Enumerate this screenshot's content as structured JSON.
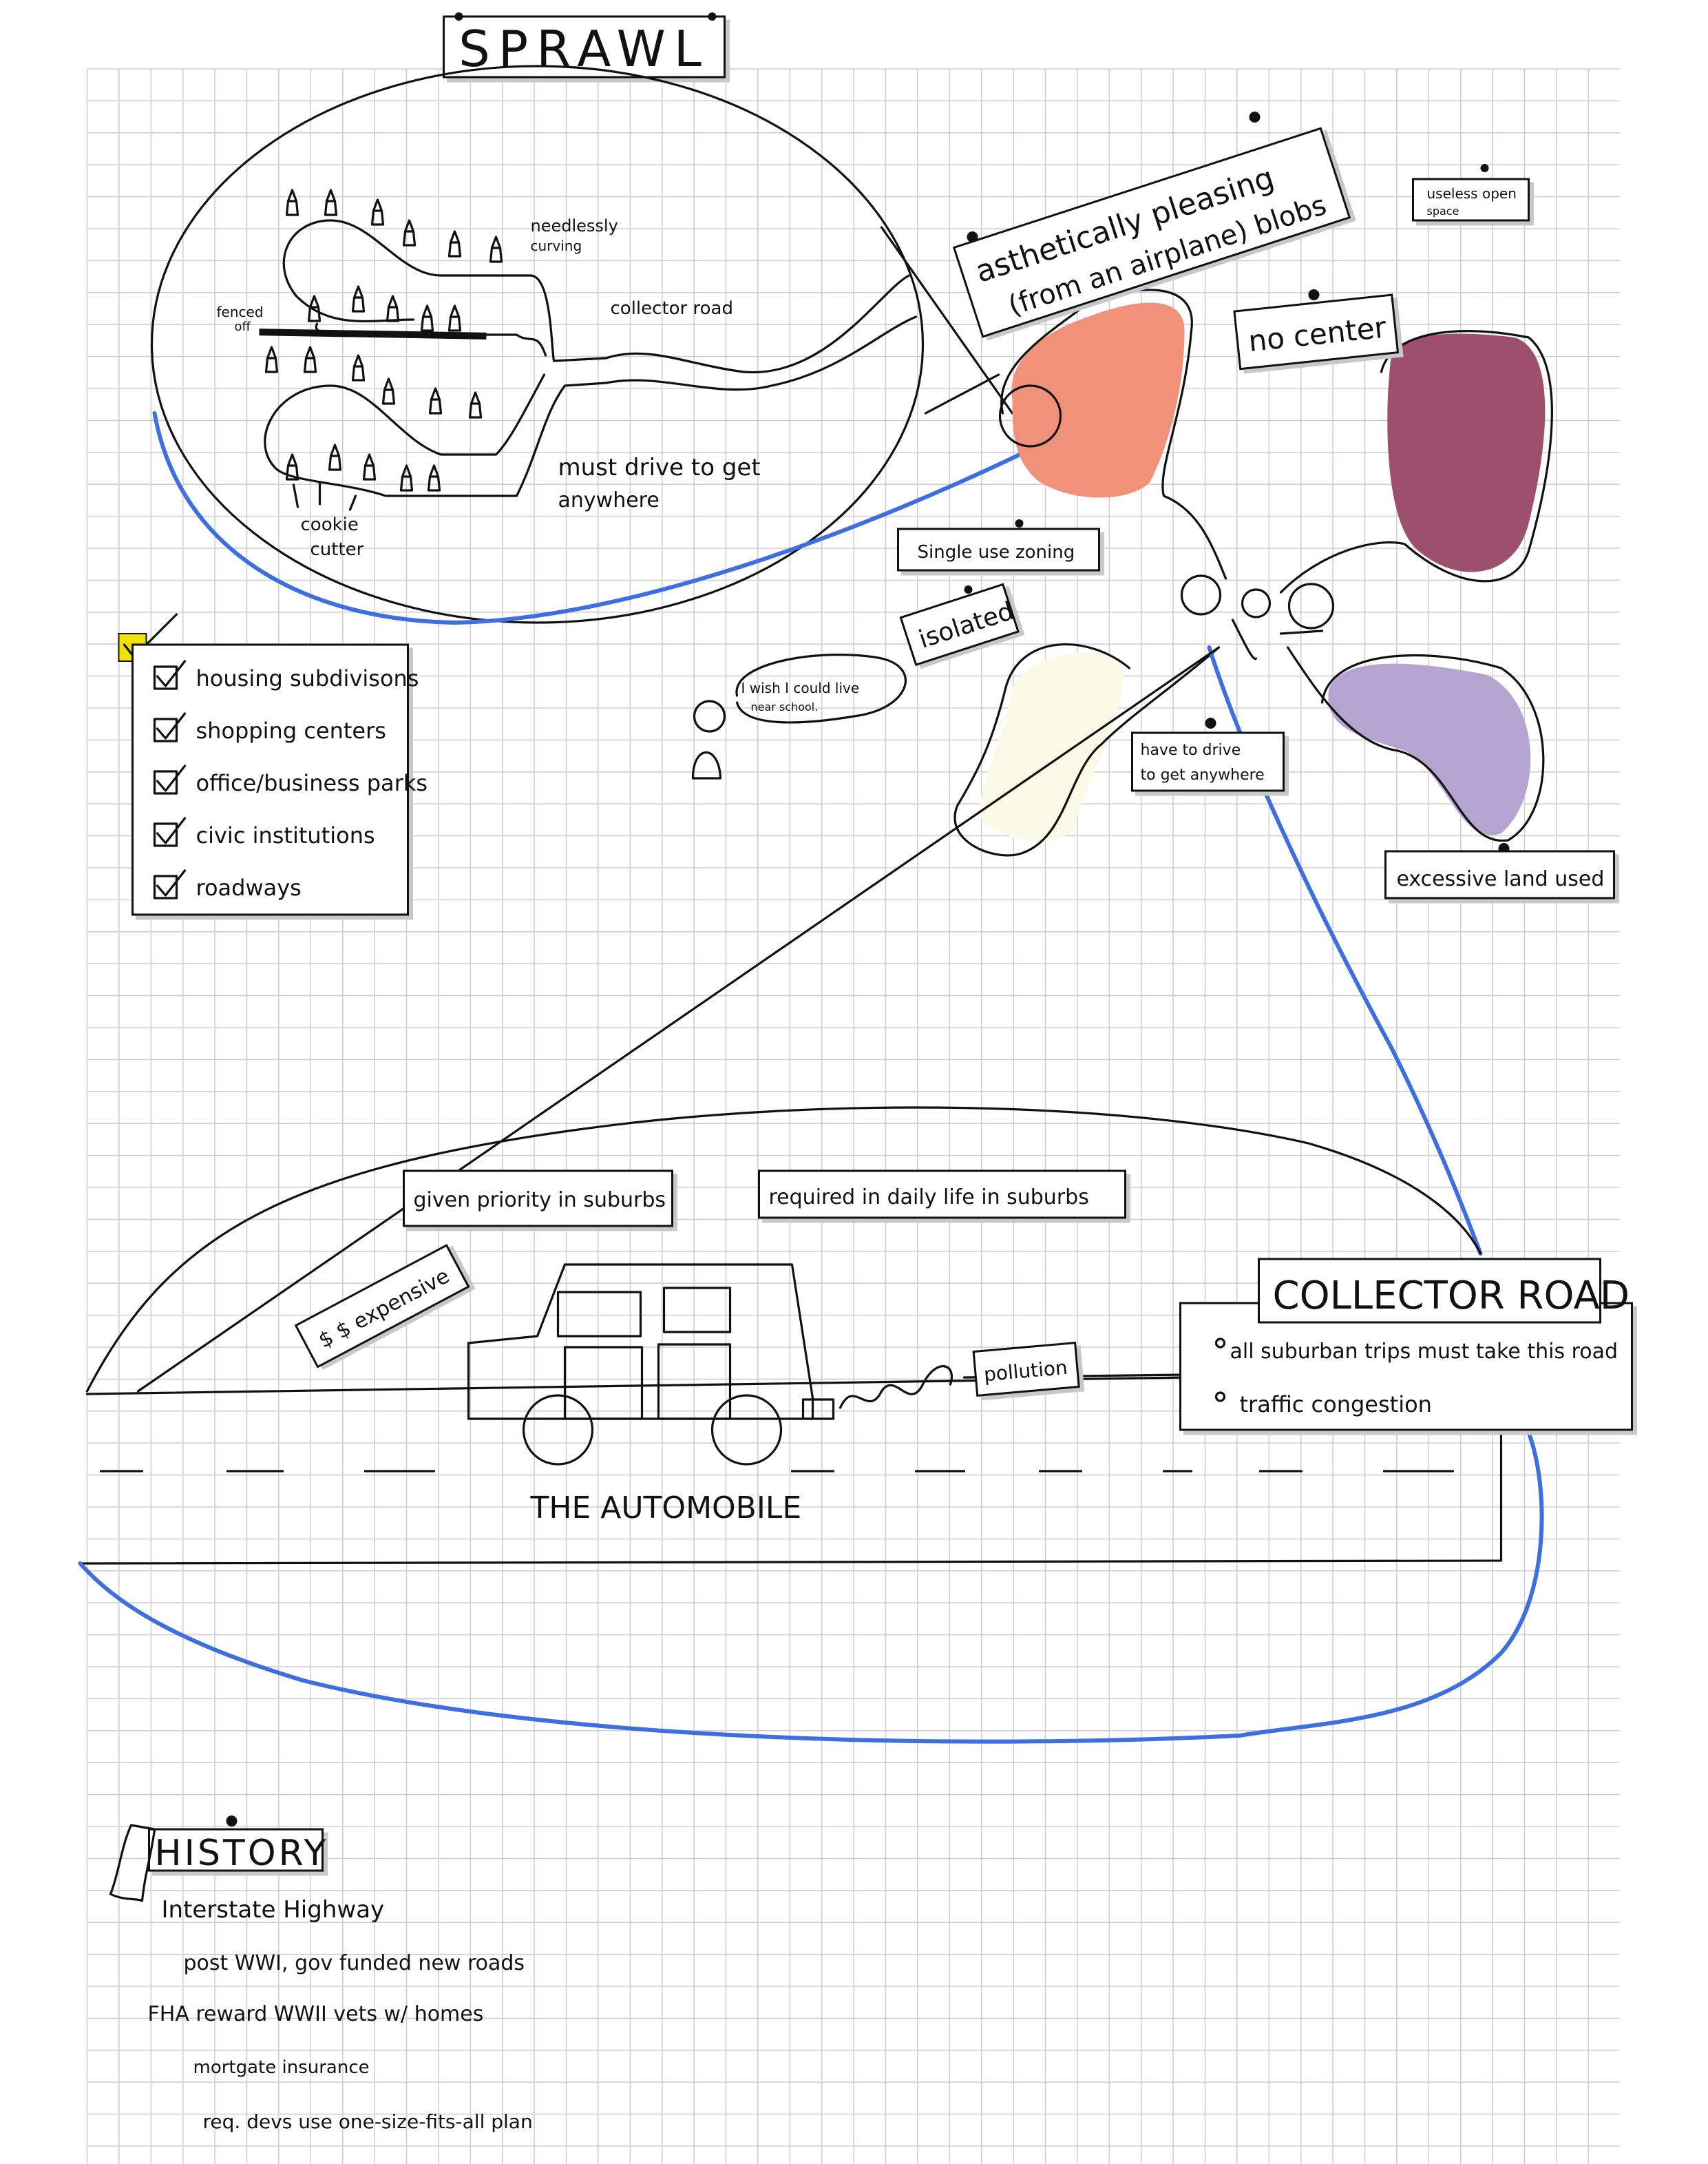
{
  "title": "SPRAWL",
  "colors": {
    "grid": "#cfcfcf",
    "blob_orange": "#f0927a",
    "blob_purple": "#9e4f6e",
    "blob_lavender": "#b3a5cf",
    "blob_yellow": "#fafae6",
    "highlight_blue": "#3d6fe0",
    "checkbox_yellow": "#f2e200"
  },
  "subdivision": {
    "needlessly_curving": [
      "needlessly",
      "curving"
    ],
    "collector_road": "collector road",
    "fenced_off": [
      "fenced",
      "off"
    ],
    "must_drive": [
      "must drive to get",
      "anywhere"
    ],
    "cookie_cutter": [
      "cookie",
      "cutter"
    ]
  },
  "notes": {
    "aesthetic": [
      "asthetically pleasing",
      "(from an airplane) blobs"
    ],
    "useless_space": [
      "useless open",
      "space"
    ],
    "no_center": "no center",
    "single_use": "Single use zoning",
    "isolated": "isolated",
    "speech": [
      "I wish I could live",
      "near school."
    ],
    "have_to_drive": [
      "have to drive",
      "to get anywhere"
    ],
    "excessive_land": "excessive land used"
  },
  "checklist": [
    {
      "label": "housing subdivisons",
      "checked": true
    },
    {
      "label": "shopping centers",
      "checked": true
    },
    {
      "label": "office/business parks",
      "checked": true
    },
    {
      "label": "civic institutions",
      "checked": true
    },
    {
      "label": "roadways",
      "checked": true
    }
  ],
  "automobile": {
    "caption": "THE AUTOMOBILE",
    "expensive": "$ $ expensive",
    "priority": "given priority in suburbs",
    "required": "required in daily life in suburbs",
    "pollution": "pollution"
  },
  "collector_road": {
    "title": "COLLECTOR ROAD",
    "bullets": [
      "all suburban trips must take this road",
      "traffic congestion"
    ]
  },
  "history": {
    "title": "HISTORY",
    "lines": [
      "Interstate Highway",
      "post WWI, gov funded new roads",
      "FHA reward WWII vets w/ homes",
      "mortgate insurance",
      "req. devs use one-size-fits-all plan"
    ]
  }
}
